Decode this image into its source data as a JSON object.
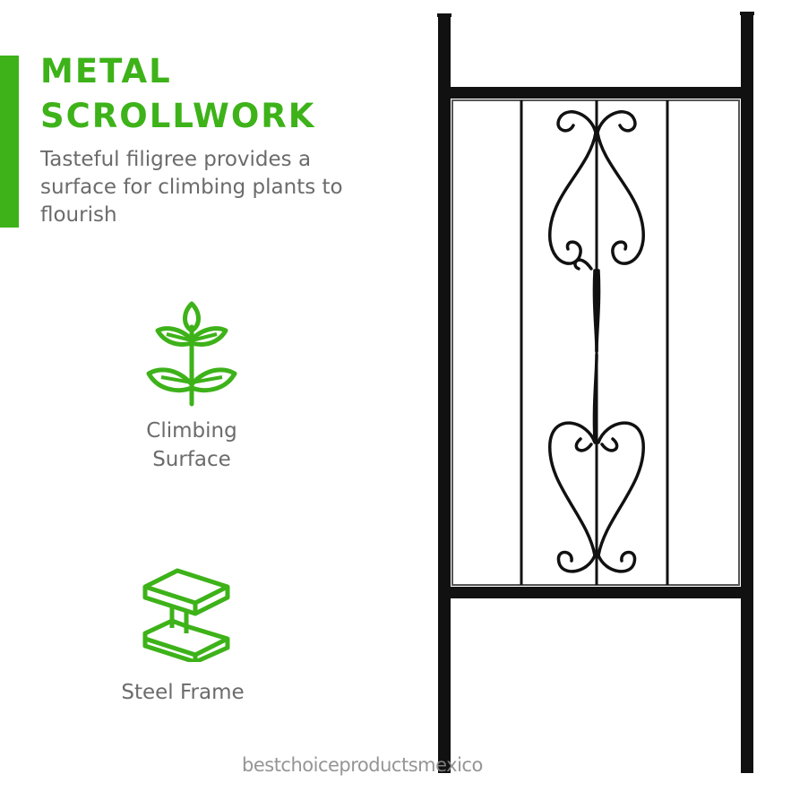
{
  "colors": {
    "accent": "#3db219",
    "text": "#6b6b6b",
    "frame": "#111111"
  },
  "headline": {
    "line1": "METAL",
    "line2": "SCROLLWORK"
  },
  "subtext": "Tasteful filigree provides a surface for climbing plants to flourish",
  "features": [
    {
      "icon": "plant-sprout-icon",
      "label_line1": "Climbing",
      "label_line2": "Surface"
    },
    {
      "icon": "steel-i-beam-icon",
      "label": "Steel Frame"
    }
  ],
  "product_image": "black-metal-trellis-panel",
  "watermark": "bestchoiceproductsmexico"
}
